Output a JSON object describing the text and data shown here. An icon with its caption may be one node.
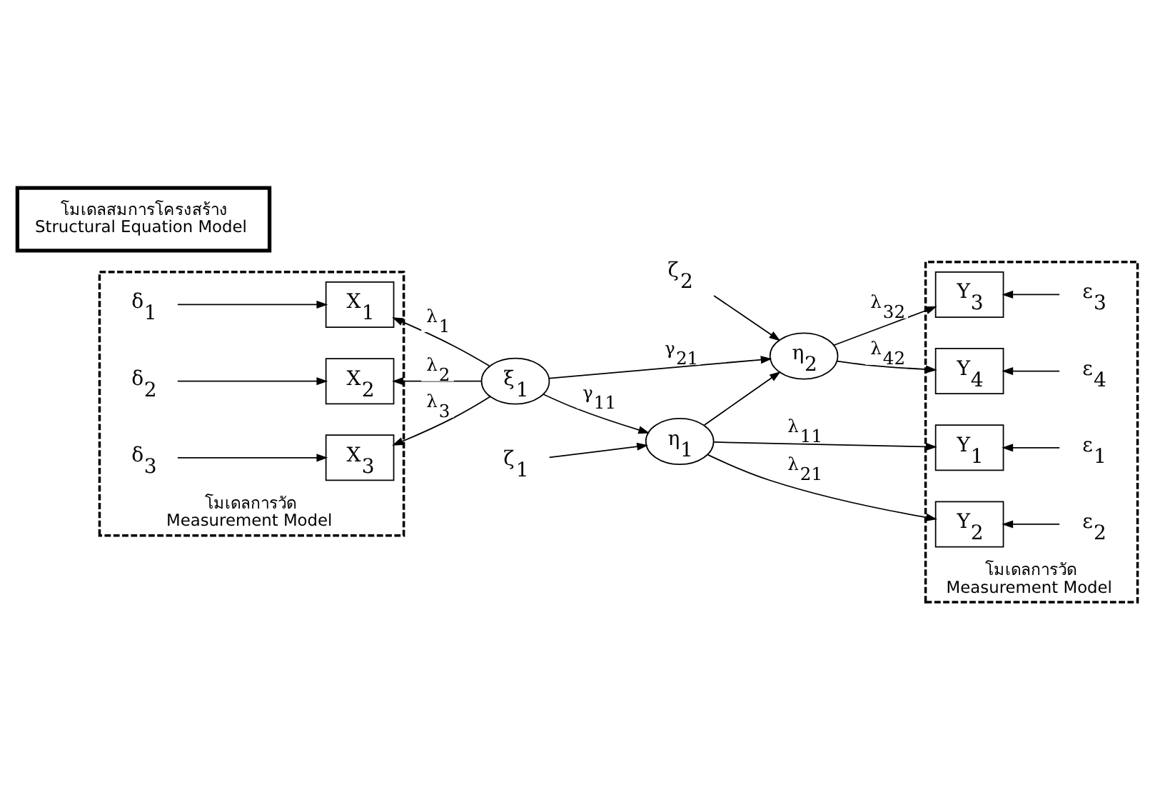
{
  "diagram": {
    "nodes": [
      {
        "text": [
          "โมเดลการวัด",
          "Measurement Model"
        ]
      },
      {
        "text": [
          "โมเดลสมการโครงสร้าง",
          "Structural Equation Model"
        ]
      },
      {
        "text": [
          "โมเดลการวัด",
          "Measurement Model"
        ]
      },
      {
        "text": [
          "δ$_{1}$"
        ],
        "in": 0
      },
      {
        "text": [
          "X$_{1}$"
        ],
        "in": 0
      },
      {
        "text": [
          "δ$_{2}$"
        ],
        "in": 0
      },
      {
        "text": [
          "X$_{2}$"
        ],
        "in": 0
      },
      {
        "text": [
          "δ$_{3}$"
        ],
        "in": 0
      },
      {
        "text": [
          "X$_{3}$"
        ],
        "in": 0
      },
      {
        "text": [
          "ξ$_{1}$"
        ]
      },
      {
        "text": [
          "ζ$_{1}$"
        ]
      },
      {
        "text": [
          "η$_{1}$"
        ]
      },
      {
        "text": [
          "η$_{2}$"
        ]
      },
      {
        "text": [
          "ζ$_{2}$"
        ]
      },
      {
        "text": [
          "Y$_{1}$"
        ],
        "in": 2
      },
      {
        "text": [
          "ε$_{1}$"
        ],
        "in": 2
      },
      {
        "text": [
          "Y$_{2}$"
        ],
        "in": 2
      },
      {
        "text": [
          "ε$_{2}$"
        ],
        "in": 2
      },
      {
        "text": [
          "Y$_{3}$"
        ],
        "in": 2
      },
      {
        "text": [
          "ε$_{3}$"
        ],
        "in": 2
      },
      {
        "text": [
          "Y$_{4}$"
        ],
        "in": 2
      },
      {
        "text": [
          "ε$_{4}$"
        ],
        "in": 2
      }
    ],
    "edges": [
      {
        "from": 3,
        "to": 4,
        "arrow": "to"
      },
      {
        "from": 5,
        "to": 6,
        "arrow": "to"
      },
      {
        "from": 7,
        "to": 8,
        "arrow": "to"
      },
      {
        "from": 9,
        "to": 4,
        "arrow": "to",
        "label": "λ$_{1}$"
      },
      {
        "from": 9,
        "to": 6,
        "arrow": "to",
        "label": "λ$_{2}$"
      },
      {
        "from": 9,
        "to": 8,
        "arrow": "to",
        "label": "λ$_{3}$"
      },
      {
        "from": 9,
        "to": 11,
        "arrow": "to",
        "label": "γ$_{11}$"
      },
      {
        "from": 9,
        "to": 12,
        "arrow": "to",
        "label": "γ$_{21}$"
      },
      {
        "from": 10,
        "to": 11,
        "arrow": "to"
      },
      {
        "from": 13,
        "to": 12,
        "arrow": "to"
      },
      {
        "from": 11,
        "to": 12,
        "arrow": "to"
      },
      {
        "from": 11,
        "to": 14,
        "arrow": "to",
        "label": "λ$_{11}$"
      },
      {
        "from": 11,
        "to": 16,
        "arrow": "to",
        "label": "λ$_{21}$"
      },
      {
        "from": 12,
        "to": 18,
        "arrow": "to",
        "label": "λ$_{32}$"
      },
      {
        "from": 12,
        "to": 20,
        "arrow": "to",
        "label": "λ$_{42}$"
      },
      {
        "from": 15,
        "to": 14,
        "arrow": "to"
      },
      {
        "from": 17,
        "to": 16,
        "arrow": "to"
      },
      {
        "from": 19,
        "to": 18,
        "arrow": "to"
      },
      {
        "from": 21,
        "to": 20,
        "arrow": "to"
      }
    ]
  }
}
